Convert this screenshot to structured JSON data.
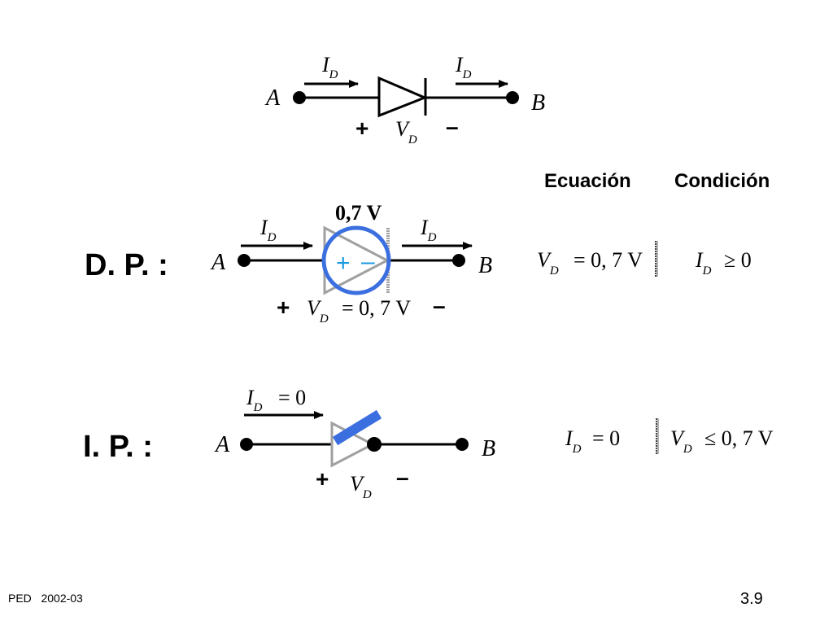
{
  "top_diagram": {
    "node_a": "A",
    "node_b": "B",
    "current_left": "I",
    "current_left_sub": "D",
    "current_right": "I",
    "current_right_sub": "D",
    "voltage_plus": "+",
    "voltage_minus": "–",
    "voltage": "V",
    "voltage_sub": "D"
  },
  "table_headers": {
    "equation": "Ecuación",
    "condition": "Condición"
  },
  "dp_section": {
    "label": "D. P. :",
    "source_value": "0,7 V",
    "node_a": "A",
    "node_b": "B",
    "current_left": "I",
    "current_left_sub": "D",
    "current_right": "I",
    "current_right_sub": "D",
    "source_plus": "+",
    "source_minus": "–",
    "voltage_plus": "+",
    "voltage_minus": "–",
    "voltage": "V",
    "voltage_sub": "D",
    "voltage_eq": "= 0, 7 V",
    "equation_var": "V",
    "equation_sub": "D",
    "equation_rhs": "= 0, 7 V",
    "condition_var": "I",
    "condition_sub": "D",
    "condition_rhs": "≥ 0"
  },
  "ip_section": {
    "label": "I. P. :",
    "node_a": "A",
    "node_b": "B",
    "current": "I",
    "current_sub": "D",
    "current_eq": "= 0",
    "voltage_plus": "+",
    "voltage_minus": "–",
    "voltage": "V",
    "voltage_sub": "D",
    "equation_var": "I",
    "equation_sub": "D",
    "equation_rhs": "= 0",
    "condition_var": "V",
    "condition_sub": "D",
    "condition_rhs": "≤ 0, 7 V"
  },
  "footer": {
    "course": "PED   2002-03",
    "page_number": "3.9"
  },
  "colors": {
    "circle": "#3b6fe0",
    "plus_minus": "#1a9ae0",
    "diode_gray": "#a0a0a0",
    "switch_bar": "#3b6fe0"
  }
}
